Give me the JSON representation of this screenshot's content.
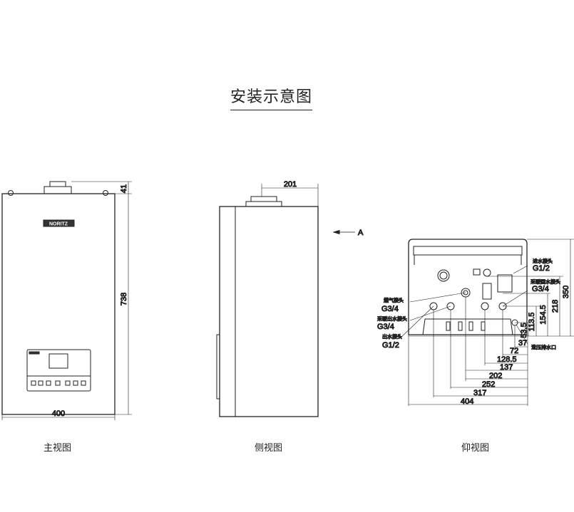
{
  "title": "安装示意图",
  "brand": "NORITZ",
  "front_view": {
    "caption": "主视图",
    "dims": {
      "flue_height": "41",
      "height": "738",
      "width": "400"
    }
  },
  "side_view": {
    "caption": "侧视图",
    "dims": {
      "depth": "201"
    },
    "view_marker": "A"
  },
  "bottom_view": {
    "caption": "仰视图",
    "labels": {
      "inlet": "进水接头",
      "inlet_size": "G1/2",
      "heating_return": "采暖回水接头",
      "heating_return_size": "G3/4",
      "gas": "燃气接头",
      "gas_size": "G3/4",
      "heating_out": "采暖出水接头",
      "heating_out_size": "G3/4",
      "outlet": "出水接头",
      "outlet_size": "G1/2",
      "relief": "泄压排水口"
    },
    "dims": {
      "h350": "350",
      "h218": "218",
      "h154": "154.5",
      "h113": "113.5",
      "h53": "53.5",
      "w37": "37",
      "w72": "72",
      "w128": "128.5",
      "w137": "137",
      "w202": "202",
      "w252": "252",
      "w317": "317",
      "w404": "404"
    }
  }
}
